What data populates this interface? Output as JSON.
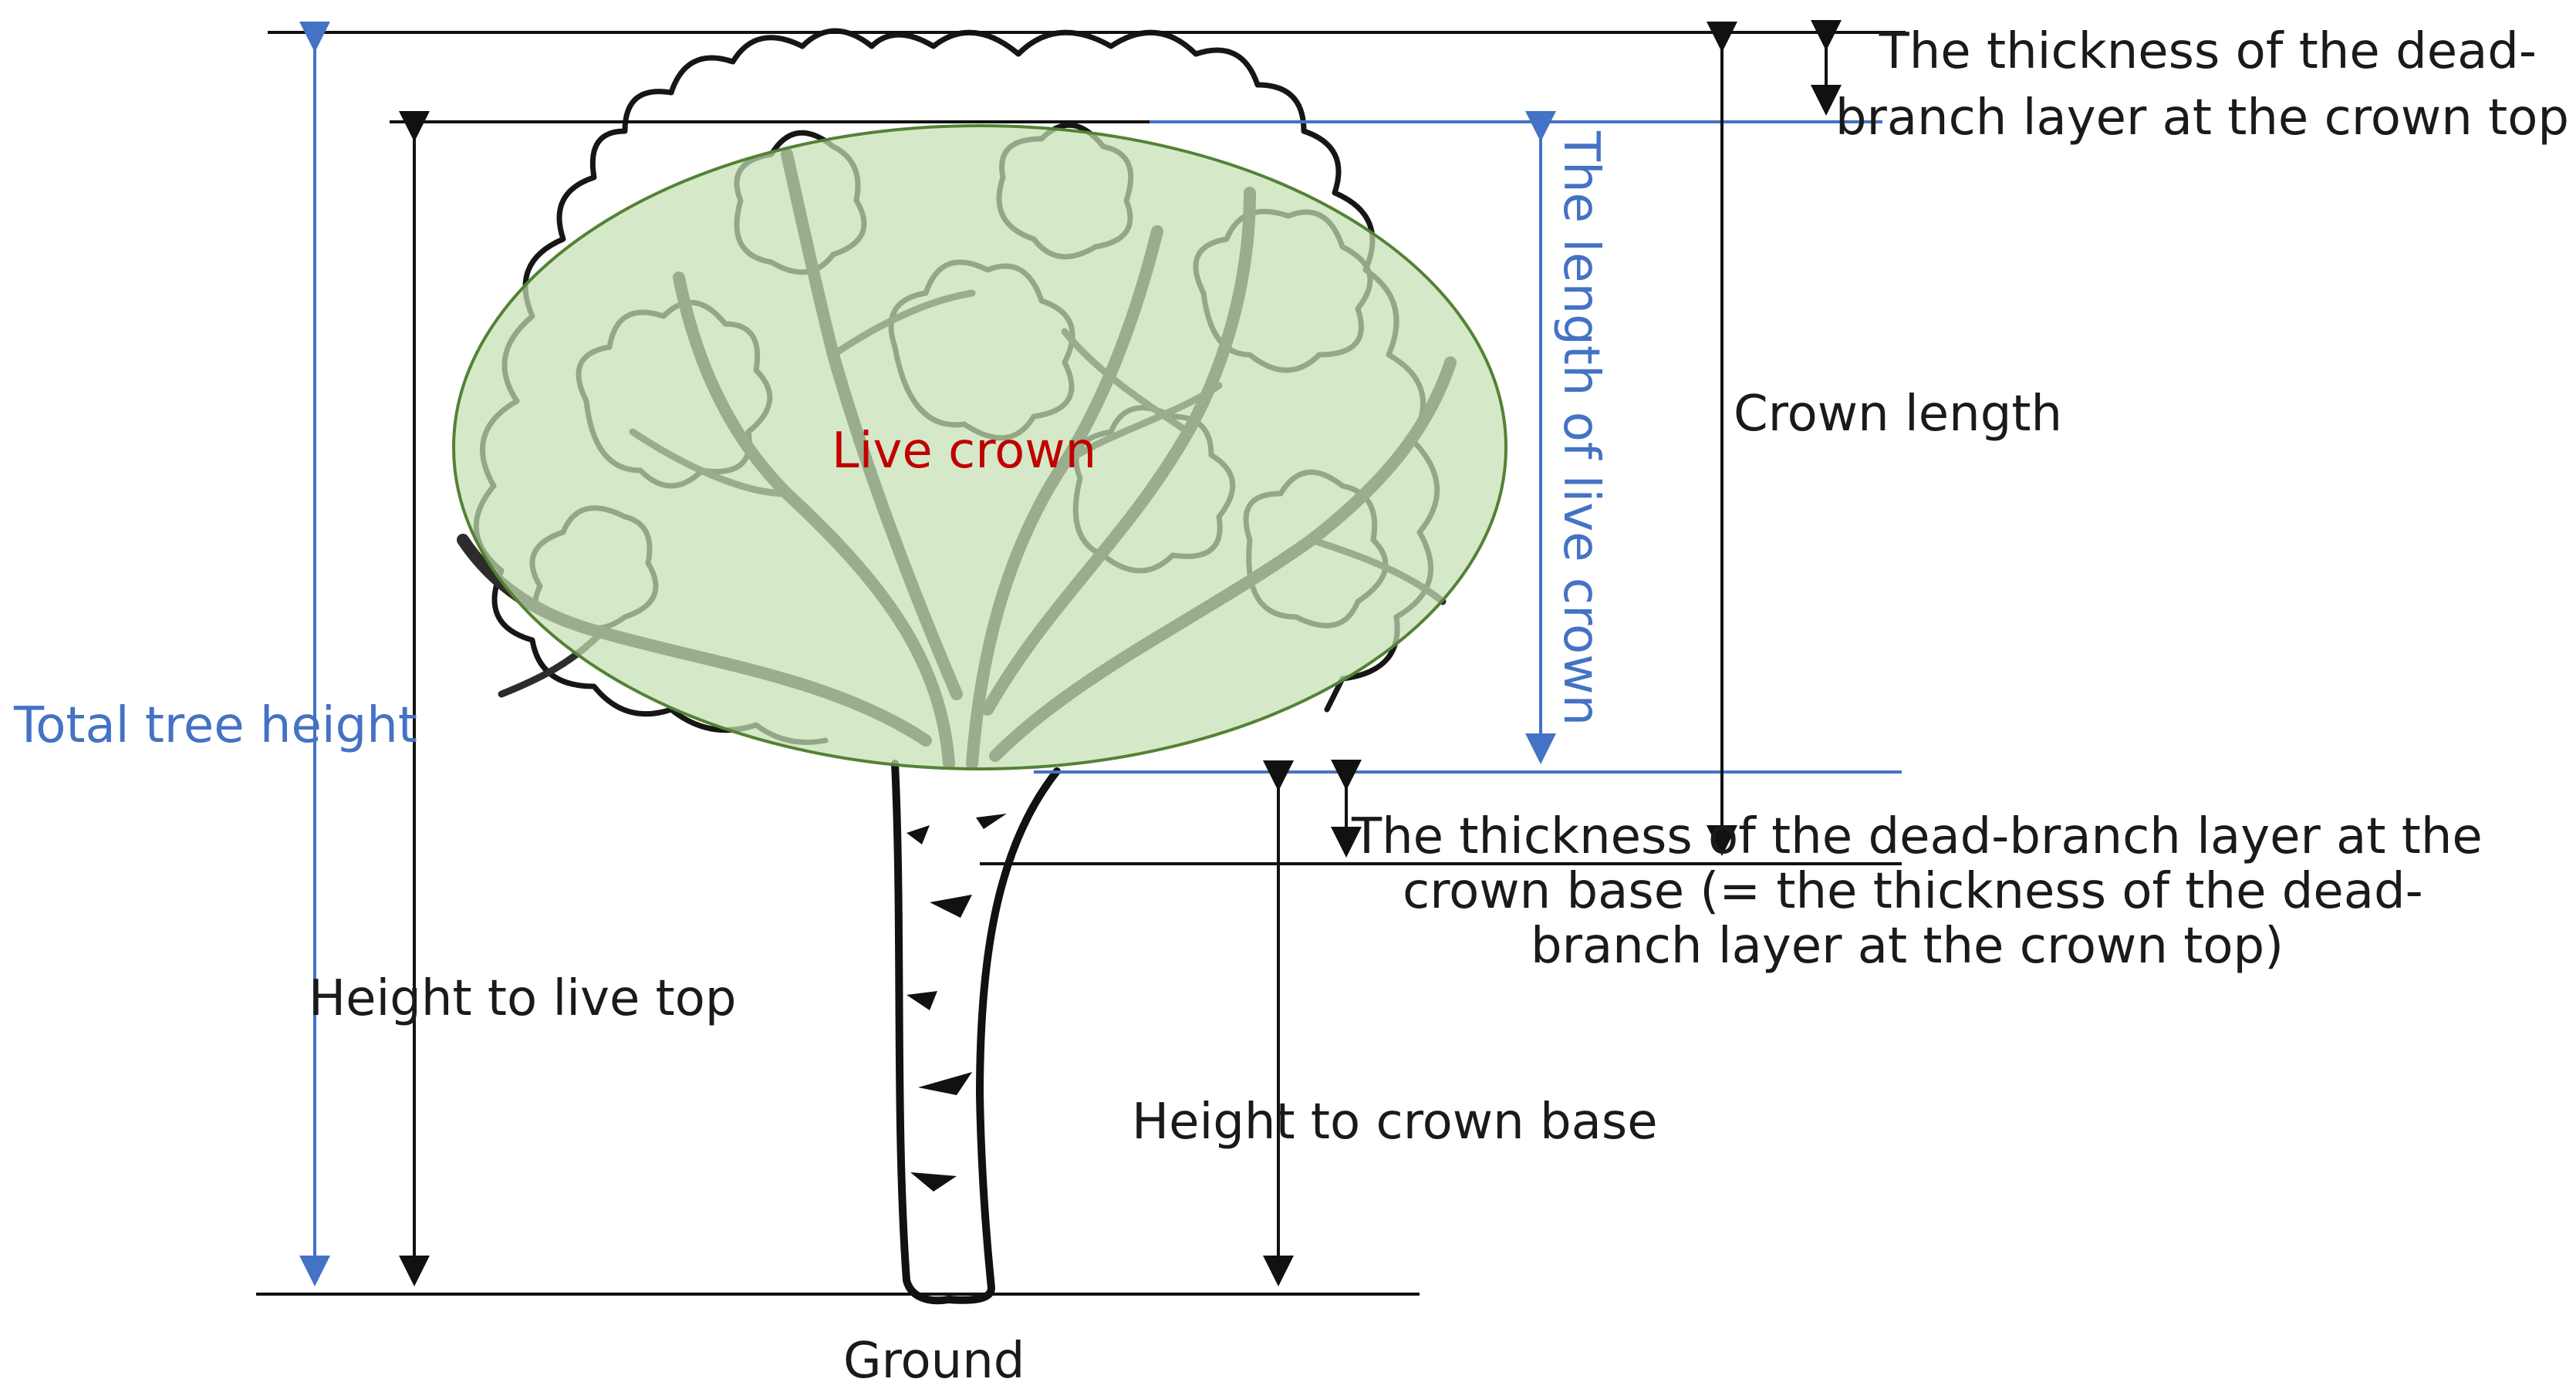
{
  "diagram": {
    "labels": {
      "total_tree_height": "Total tree height",
      "height_to_live_top": "Height to live top",
      "live_crown": "Live crown",
      "length_of_live_crown": "The length of live crown",
      "crown_length": "Crown length",
      "height_to_crown_base": "Height to crown base",
      "ground": "Ground",
      "dead_branch_top_line1": "The thickness of the dead-",
      "dead_branch_top_line2": "branch layer at the crown top",
      "dead_branch_base_line1": "The thickness of the dead-branch layer at the",
      "dead_branch_base_line2": "crown base (= the thickness of the dead-",
      "dead_branch_base_line3": "branch layer at the crown top)"
    },
    "colors": {
      "text_dark": "#1a1a1a",
      "measure_blue": "#4472c4",
      "live_crown_label": "#c00000",
      "live_crown_fill": "#c5e0b4",
      "live_crown_outline": "#548235"
    }
  }
}
